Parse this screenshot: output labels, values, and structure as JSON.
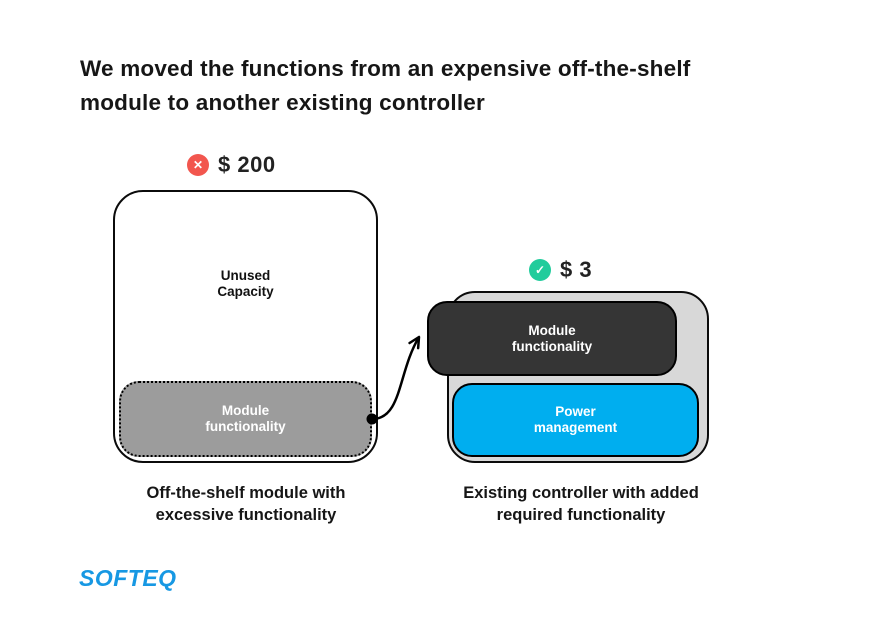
{
  "title": "We moved the functions from an expensive off-the-shelf\nmodule to another existing controller",
  "left": {
    "price": "$ 200",
    "unused_label": "Unused\nCapacity",
    "module_label": "Module\nfunctionality",
    "caption": "Off-the-shelf module with\nexcessive functionality"
  },
  "right": {
    "price": "$ 3",
    "module_label": "Module\nfunctionality",
    "power_label": "Power\nmanagement",
    "caption": "Existing controller with added\nrequired functionality"
  },
  "logo": {
    "text": "SOFTEQ"
  },
  "icons": {
    "x": "✕",
    "check": "✓"
  },
  "colors": {
    "red": "#F2564E",
    "green": "#21CC9C",
    "blue": "#00AEEF",
    "dark": "#353535",
    "gray_fill": "#9C9C9C",
    "container_gray": "#D8D8D8",
    "ink": "#161616",
    "logo_blue": "#1798E3"
  }
}
